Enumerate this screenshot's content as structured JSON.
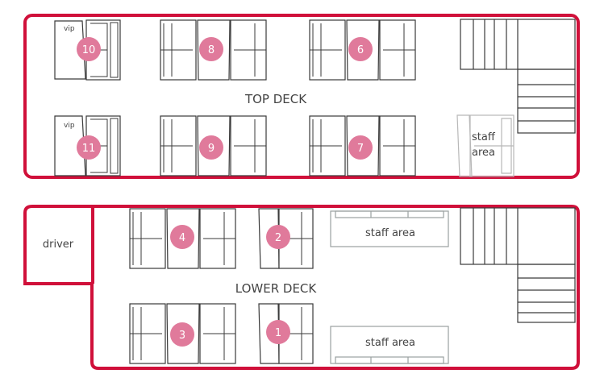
{
  "colors": {
    "outline": "#d0103a",
    "seat_line": "#3a3a3a",
    "badge": "#e07a9b",
    "badge_text": "#ffffff",
    "staff_seat_line": "#b8b8b8",
    "sofa_line": "#9aa0a0"
  },
  "top_deck": {
    "title": "TOP DECK",
    "vip_label": "vip",
    "staff_area_line1": "staff",
    "staff_area_line2": "area",
    "seats": [
      "10",
      "8",
      "6",
      "11",
      "9",
      "7"
    ]
  },
  "lower_deck": {
    "title": "LOWER DECK",
    "driver_label": "driver",
    "staff_area_label": "staff area",
    "seats": [
      "4",
      "2",
      "3",
      "1"
    ]
  }
}
